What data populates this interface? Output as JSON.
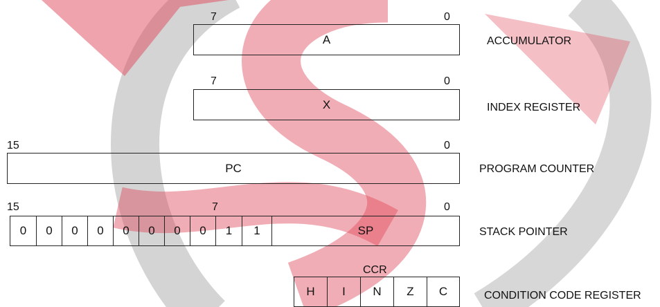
{
  "colors": {
    "watermark_pink": "#e04a5c",
    "watermark_gray": "#9a9a9a",
    "line": "#222222"
  },
  "accumulator": {
    "hi_bit": "7",
    "lo_bit": "0",
    "name": "A",
    "caption": "ACCUMULATOR"
  },
  "index": {
    "hi_bit": "7",
    "lo_bit": "0",
    "name": "X",
    "caption": "INDEX REGISTER"
  },
  "pc": {
    "hi_bit": "15",
    "lo_bit": "0",
    "name": "PC",
    "caption": "PROGRAM COUNTER"
  },
  "sp": {
    "hi_bit": "15",
    "mid_bit": "7",
    "lo_bit": "0",
    "bits": [
      "0",
      "0",
      "0",
      "0",
      "0",
      "0",
      "0",
      "0",
      "1",
      "1"
    ],
    "name": "SP",
    "caption": "STACK POINTER"
  },
  "ccr": {
    "title": "CCR",
    "flags": [
      "H",
      "I",
      "N",
      "Z",
      "C"
    ],
    "caption": "CONDITION CODE REGISTER"
  }
}
